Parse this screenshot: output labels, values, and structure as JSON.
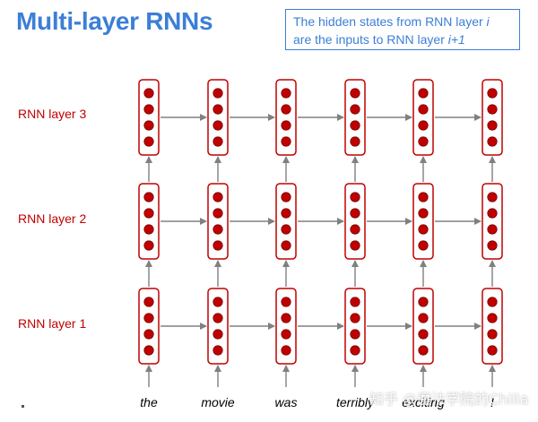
{
  "title": "Multi-layer RNNs",
  "callout": {
    "line1_text": "The hidden states from RNN layer ",
    "line1_var": "i",
    "line2_text": "are the inputs to RNN layer ",
    "line2_var": "i+1"
  },
  "layers": [
    "RNN layer 3",
    "RNN layer 2",
    "RNN layer 1"
  ],
  "words": [
    "the",
    "movie",
    "was",
    "terribly",
    "exciting",
    "!"
  ],
  "watermark": "知乎 @魔法学院的Chilia",
  "colors": {
    "title": "#3b7fd6",
    "cell_border": "#c00000",
    "node_fill": "#c00000",
    "arrow": "#808080"
  }
}
